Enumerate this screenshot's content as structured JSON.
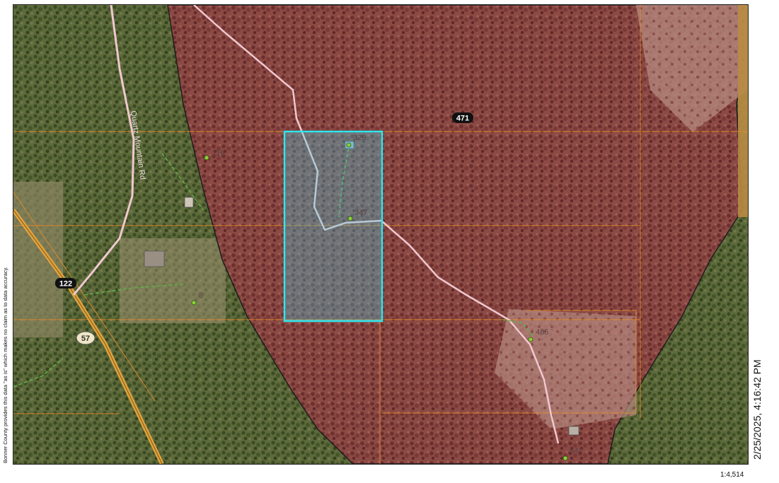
{
  "map": {
    "timestamp": "2/25/2025, 4:16:42 PM",
    "scale": "1:4,514",
    "disclaimer": "Bonner County provides this data \"as is\" which makes no claim as to data accuracy.",
    "road_label": "Quartz Mountain Rd",
    "route_markers": {
      "r471": "471",
      "r122": "122",
      "r57": "57"
    },
    "address_labels": {
      "a116": "116",
      "a329": "329",
      "a347": "347",
      "a8": "8",
      "a485": "485",
      "a547": "547"
    },
    "colors": {
      "imagery": "#5d6a3c",
      "burn_overlay": "#8a3a3e",
      "selected_parcel": "#2ee6f0",
      "parcel_lines": "#e08a2e",
      "highway": "#e3a23a",
      "road": "#f0c8cf",
      "driveway": "#62b04a"
    },
    "icons": [
      "address-point-icon",
      "structure-icon"
    ]
  }
}
